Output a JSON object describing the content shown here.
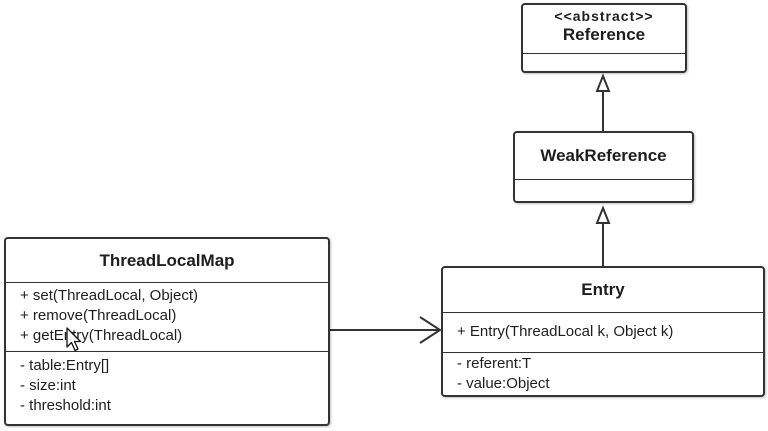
{
  "classes": {
    "reference": {
      "stereotype": "<<abstract>>",
      "name": "Reference"
    },
    "weak_reference": {
      "name": "WeakReference"
    },
    "entry": {
      "name": "Entry",
      "methods": [
        "+ Entry(ThreadLocal k, Object k)"
      ],
      "fields": [
        "- referent:T",
        "- value:Object"
      ]
    },
    "thread_local_map": {
      "name": "ThreadLocalMap",
      "methods": [
        "+ set(ThreadLocal, Object)",
        "+ remove(ThreadLocal)",
        "+ getEntry(ThreadLocal)"
      ],
      "fields": [
        "- table:Entry[]",
        "- size:int",
        "- threshold:int"
      ]
    }
  },
  "relations": [
    {
      "from": "weak_reference",
      "to": "reference",
      "type": "inheritance"
    },
    {
      "from": "entry",
      "to": "weak_reference",
      "type": "inheritance"
    },
    {
      "from": "thread_local_map",
      "to": "entry",
      "type": "association"
    }
  ],
  "colors": {
    "stroke": "#333333",
    "text": "#1e1e1e",
    "background": "#ffffff"
  },
  "icons": [
    "mouse-pointer-icon"
  ]
}
